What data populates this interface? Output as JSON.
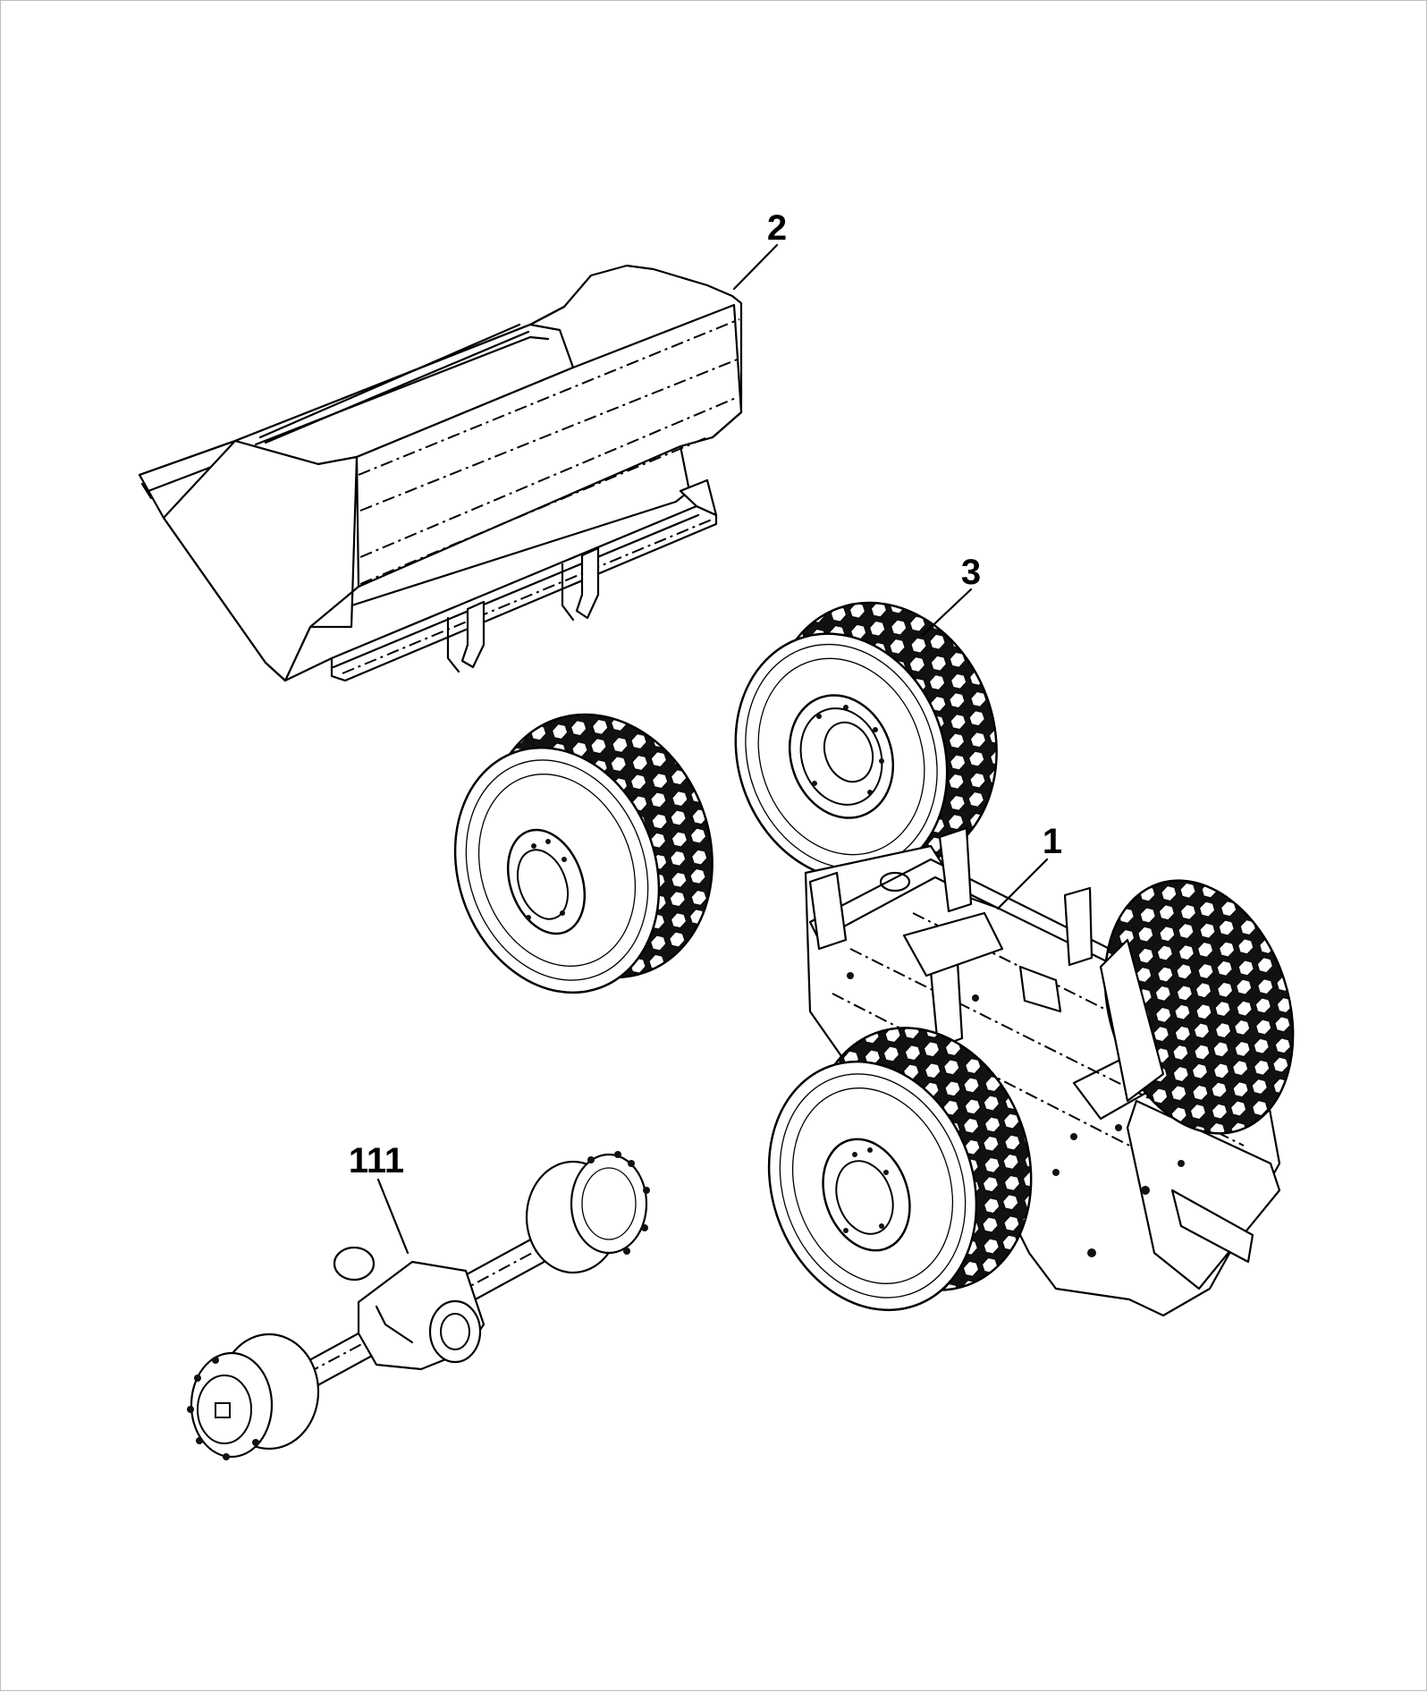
{
  "diagram": {
    "callouts": {
      "frame": "1",
      "bucket": "2",
      "wheel": "3",
      "axle": "111"
    },
    "colors": {
      "line": "#000000",
      "background": "#ffffff",
      "border": "#bdbdbd"
    }
  }
}
